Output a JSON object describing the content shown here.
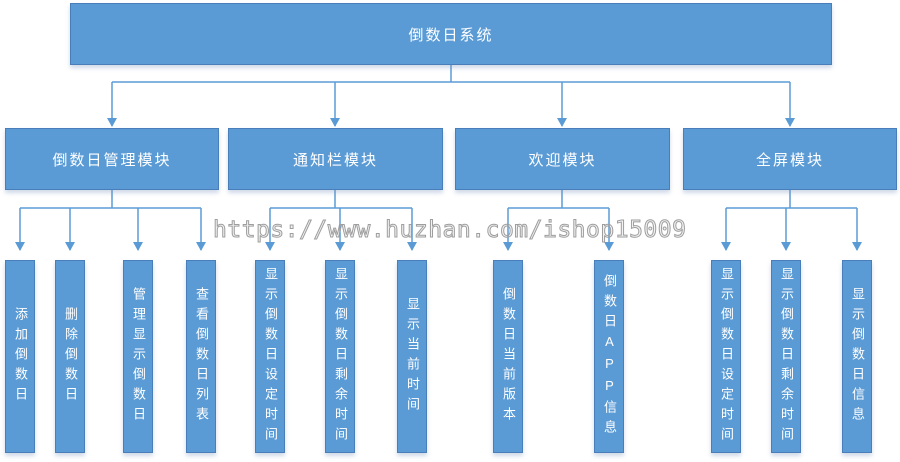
{
  "root": {
    "label": "倒数日系统"
  },
  "modules": [
    {
      "label": "倒数日管理模块",
      "children": [
        "添加倒数日",
        "删除倒数日",
        "管理显示倒数日",
        "查看倒数日列表"
      ]
    },
    {
      "label": "通知栏模块",
      "children": [
        "显示倒数日设定时间",
        "显示倒数日剩余时间",
        "显示当前时间"
      ]
    },
    {
      "label": "欢迎模块",
      "children": [
        "倒数日当前版本",
        "倒数日APP信息"
      ]
    },
    {
      "label": "全屏模块",
      "children": [
        "显示倒数日设定时间",
        "显示倒数日剩余时间",
        "显示倒数日信息"
      ]
    }
  ],
  "watermark": "https://www.huzhan.com/ishop15009",
  "colors": {
    "box_fill": "#5B9BD5",
    "box_border": "#4A7EBB",
    "line": "#5B9BD5",
    "text": "#FFFFFF",
    "watermark": "#9E9E9E"
  }
}
